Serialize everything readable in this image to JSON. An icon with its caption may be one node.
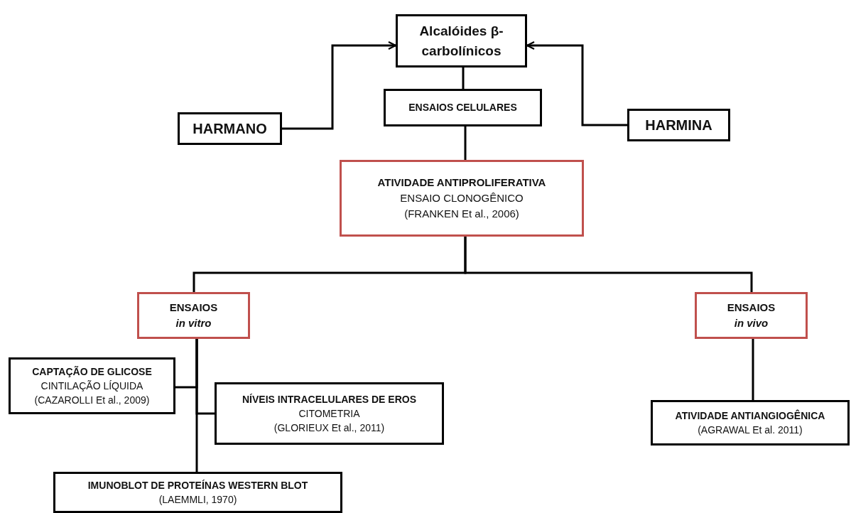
{
  "diagram": {
    "nodes": [
      {
        "text": [
          "Alcalóides β-carbolínicos"
        ]
      },
      {
        "text": [
          "ENSAIOS CELULARES"
        ]
      },
      {
        "text": [
          "HARMANO"
        ]
      },
      {
        "text": [
          "HARMINA"
        ]
      },
      {
        "text": [
          "ATIVIDADE ANTIPROLIFERATIVA",
          "ENSAIO CLONOGÊNICO",
          "(FRANKEN Et al., 2006)"
        ]
      },
      {
        "text": [
          "ENSAIOS",
          "in vitro"
        ]
      },
      {
        "text": [
          "ENSAIOS",
          "in vivo"
        ]
      },
      {
        "text": [
          "CAPTAÇÃO DE GLICOSE",
          "CINTILAÇÃO LÍQUIDA",
          "(CAZAROLLI Et al., 2009)"
        ]
      },
      {
        "text": [
          "NÍVEIS INTRACELULARES DE EROS",
          "CITOMETRIA",
          "(GLORIEUX Et al., 2011)"
        ]
      },
      {
        "text": [
          "IMUNOBLOT DE PROTEÍNAS WESTERN BLOT",
          "(LAEMMLI, 1970)"
        ]
      },
      {
        "text": [
          "ATIVIDADE ANTIANGIOGÊNICA",
          "(AGRAWAL Et al. 2011)"
        ]
      }
    ],
    "edges": [
      {
        "from": 2,
        "to": 0,
        "arrow": "to"
      },
      {
        "from": 3,
        "to": 0,
        "arrow": "to"
      },
      {
        "from": 0,
        "to": 1,
        "arrow": "none"
      },
      {
        "from": 1,
        "to": 4,
        "arrow": "none"
      },
      {
        "from": 4,
        "to": 5,
        "arrow": "none"
      },
      {
        "from": 4,
        "to": 6,
        "arrow": "none"
      },
      {
        "from": 5,
        "to": 7,
        "arrow": "none"
      },
      {
        "from": 5,
        "to": 8,
        "arrow": "none"
      },
      {
        "from": 5,
        "to": 9,
        "arrow": "none"
      },
      {
        "from": 6,
        "to": 10,
        "arrow": "none"
      }
    ]
  }
}
